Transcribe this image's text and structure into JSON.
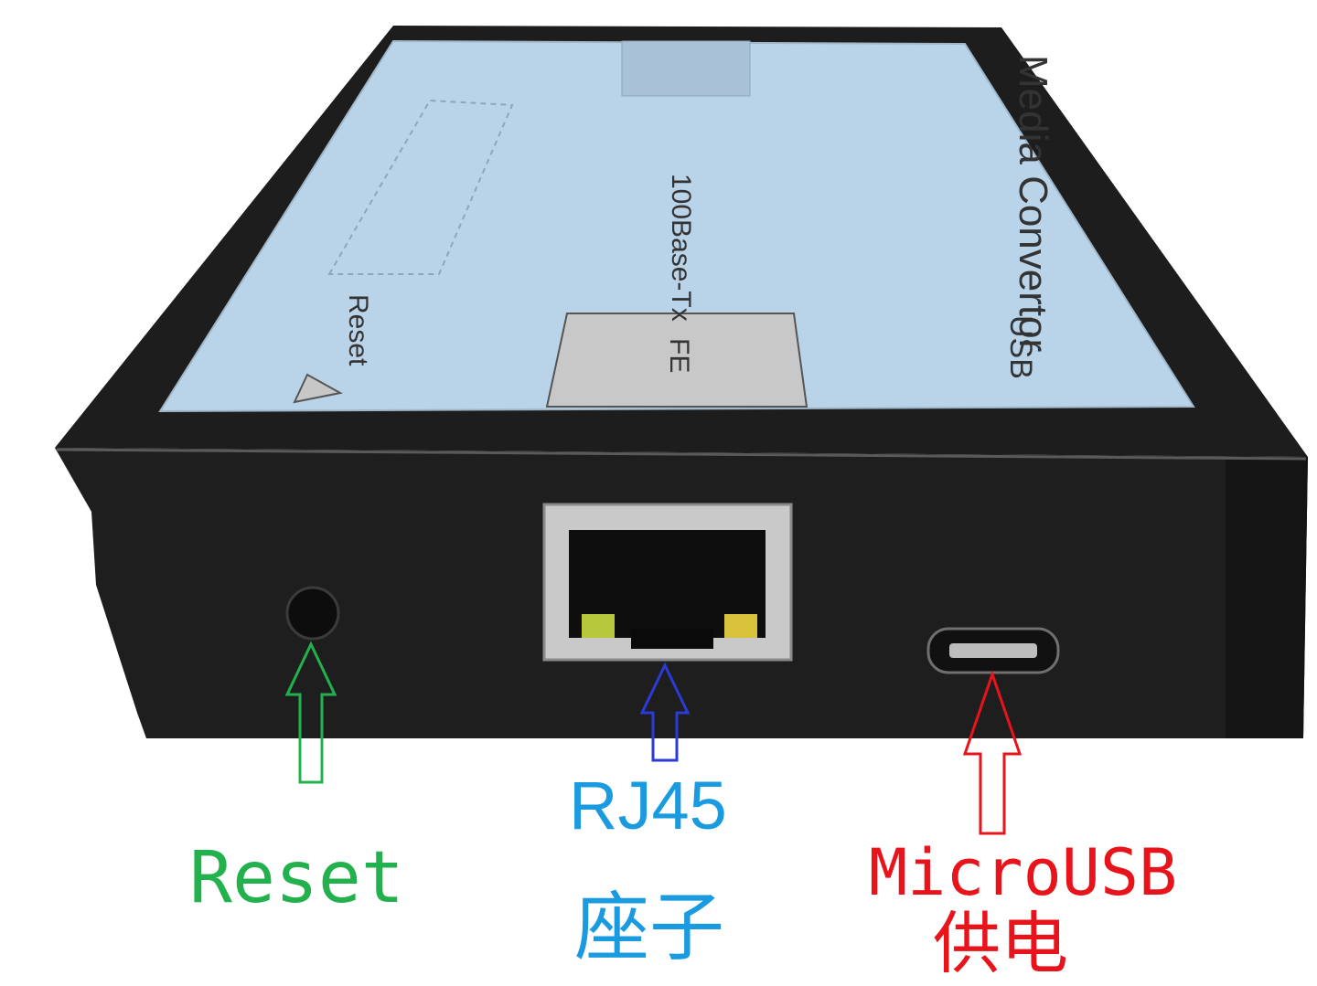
{
  "device": {
    "title": "Media Convertor",
    "port_label_usb": "USB",
    "port_label_fe": "FE",
    "port_speed": "100Base-Tx",
    "reset_label": "Reset"
  },
  "annotations": {
    "reset": {
      "text": "Reset",
      "color": "#22b14c"
    },
    "rj45": {
      "line1": "RJ45",
      "line2": "座子",
      "color": "#1a9be0",
      "arrow_color": "#2b3bd6"
    },
    "usb": {
      "line1": "MicroUSB",
      "line2": "供电",
      "color": "#e8141b"
    }
  },
  "colors": {
    "label_blue": "#b9d3e8",
    "case_black": "#1c1c1c"
  }
}
